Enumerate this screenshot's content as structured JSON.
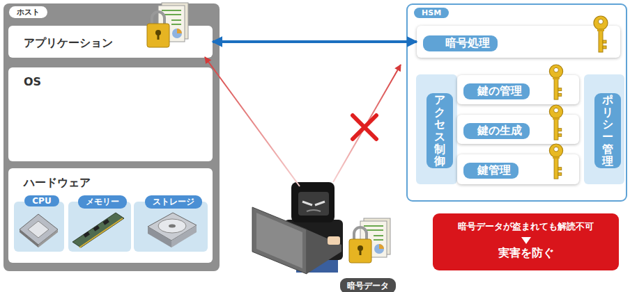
{
  "diagram": {
    "nodes": [
      {
        "text": [
          "ホスト"
        ]
      },
      {
        "text": [
          "アプリケーション"
        ],
        "in": 0
      },
      {
        "text": [
          "OS"
        ],
        "in": 0
      },
      {
        "text": [
          "ハードウェア"
        ],
        "in": 0
      },
      {
        "text": [
          "CPU"
        ],
        "in": 3
      },
      {
        "text": [
          "メモリー"
        ],
        "in": 3
      },
      {
        "text": [
          "ストレージ"
        ],
        "in": 3
      },
      {
        "text": [
          "HSM"
        ]
      },
      {
        "text": [
          "暗号処理"
        ],
        "in": 7
      },
      {
        "text": [
          "アクセス制御"
        ],
        "in": 7
      },
      {
        "text": [
          "鍵の管理"
        ],
        "in": 7
      },
      {
        "text": [
          "鍵の生成"
        ],
        "in": 7
      },
      {
        "text": [
          "鍵管理"
        ],
        "in": 7
      },
      {
        "text": [
          "ポリシー管理"
        ],
        "in": 7
      },
      {
        "text": [
          "暗号データ"
        ]
      },
      {
        "text": [
          "暗号データが盗まれても解読不可",
          "実害を防ぐ"
        ]
      }
    ],
    "edges": [
      {
        "from": 1,
        "to": 8,
        "arrow": "both"
      }
    ]
  }
}
